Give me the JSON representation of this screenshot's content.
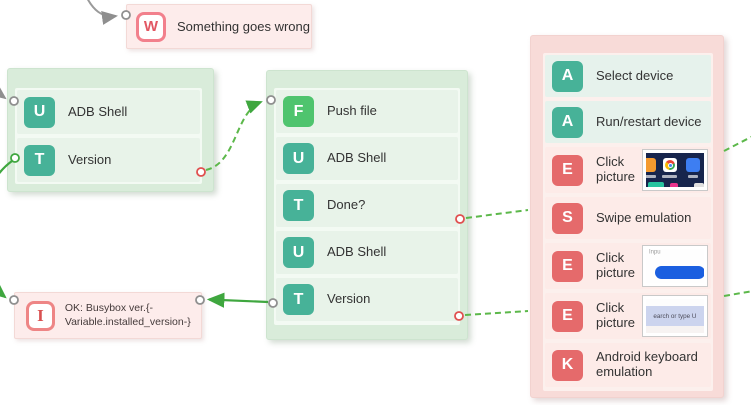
{
  "nodes": {
    "wrong": {
      "badge": "W",
      "label": "Something goes wrong"
    },
    "ok": {
      "badge": "I",
      "label": "OK: Busybox ver.{-Variable.installed_version-}"
    }
  },
  "groups": {
    "left": {
      "rows": [
        {
          "badge": "U",
          "label": "ADB Shell"
        },
        {
          "badge": "T",
          "label": "Version"
        }
      ]
    },
    "middle": {
      "rows": [
        {
          "badge": "F",
          "label": "Push file"
        },
        {
          "badge": "U",
          "label": "ADB Shell"
        },
        {
          "badge": "T",
          "label": "Done?"
        },
        {
          "badge": "U",
          "label": "ADB Shell"
        },
        {
          "badge": "T",
          "label": "Version"
        }
      ]
    },
    "right": {
      "rows": [
        {
          "badge": "A",
          "label": "Select device"
        },
        {
          "badge": "A",
          "label": "Run/restart device"
        },
        {
          "badge": "E",
          "label": "Click picture"
        },
        {
          "badge": "S",
          "label": "Swipe emulation"
        },
        {
          "badge": "E",
          "label": "Click picture"
        },
        {
          "badge": "E",
          "label": "Click picture"
        },
        {
          "badge": "K",
          "label": "Android keyboard emulation"
        }
      ]
    }
  },
  "thumbnails": {
    "button_hint": "Inpu",
    "search_text": "earch or type U"
  },
  "colors": {
    "badge_teal": "#47b298",
    "badge_green": "#4fc46e",
    "badge_red": "#e56a6b",
    "group_green": "#d9ecda",
    "group_pink": "#f8dbd8",
    "link_green": "#3fa73f",
    "link_green_dashed": "#5cb84a",
    "link_gray": "#999999",
    "port_red": "#e04f4f"
  }
}
